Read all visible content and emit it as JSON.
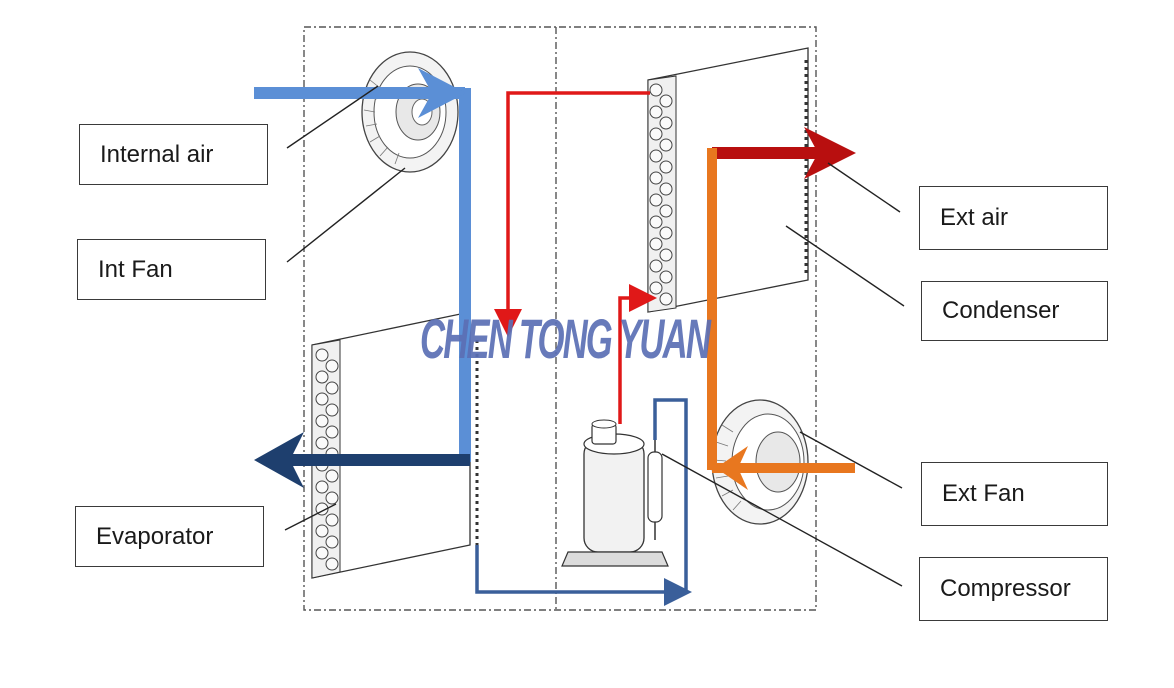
{
  "labels": {
    "internal_air": "Internal air",
    "int_fan": "Int Fan",
    "evaporator": "Evaporator",
    "ext_air": "Ext air",
    "condenser": "Condenser",
    "ext_fan": "Ext Fan",
    "compressor": "Compressor"
  },
  "watermark": "CHEN TONG YUAN",
  "colors": {
    "internal_air_flow": "#5b8fd6",
    "cold_air_out": "#1e3f6e",
    "hot_gas_line": "#e01818",
    "ext_air_out": "#b80f0f",
    "ext_air_in": "#e8771f",
    "liquid_line": "#3a5f9a",
    "watermark": "#5b6fb5"
  }
}
